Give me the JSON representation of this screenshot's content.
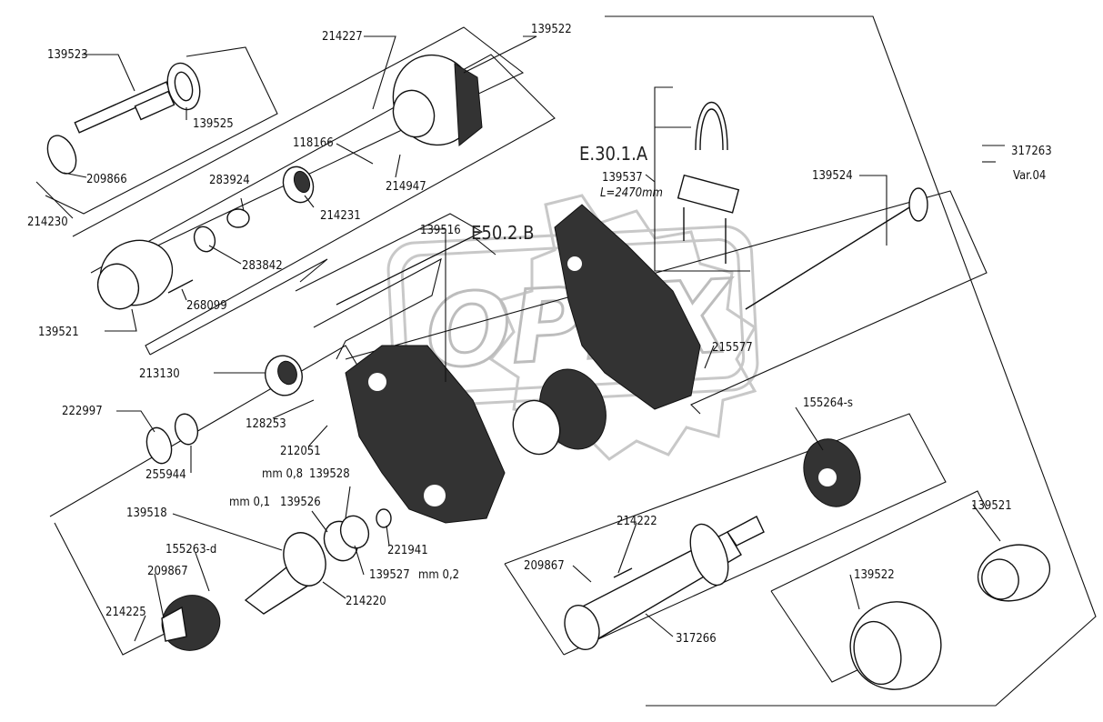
{
  "diagram": {
    "watermark": "OPEX",
    "group_labels": {
      "e30": "E.30.1.A",
      "e50": "E50.2.B",
      "var_code": "317263",
      "var_sub": "Var.04"
    },
    "cable_label": "L=2470mm",
    "labels": {
      "p139523": "139523",
      "p139525": "139525",
      "p214227": "214227",
      "p139522a": "139522",
      "p209866": "209866",
      "p214230": "214230",
      "p118166": "118166",
      "p214947": "214947",
      "p283924": "283924",
      "p214231": "214231",
      "p283842": "283842",
      "p268099": "268099",
      "p139521a": "139521",
      "p139537": "139537",
      "p139524": "139524",
      "p139516": "139516",
      "p215577": "215577",
      "p213130": "213130",
      "p128253": "128253",
      "p212051": "212051",
      "p222997": "222997",
      "p255944": "255944",
      "p155264": "155264-s",
      "mm08": "mm 0,8",
      "p139528": "139528",
      "mm01": "mm 0,1",
      "p139526": "139526",
      "p139518": "139518",
      "p155263": "155263-d",
      "p221941": "221941",
      "p209867a": "209867",
      "p139527": "139527",
      "mm02": "mm 0,2",
      "p214220": "214220",
      "p214225": "214225",
      "p214222": "214222",
      "p209867b": "209867",
      "p139521b": "139521",
      "p139522b": "139522",
      "p317266": "317266"
    }
  }
}
